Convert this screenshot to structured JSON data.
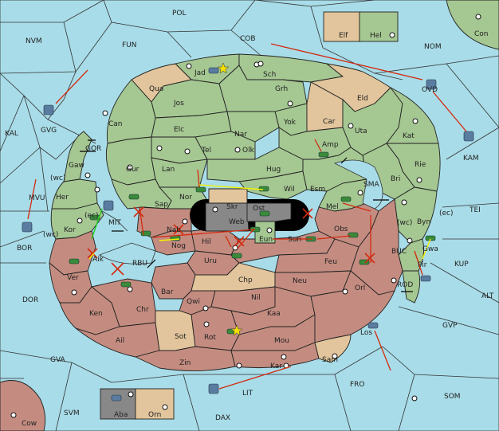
{
  "colors": {
    "sea": "#a8dce8",
    "green_power": "#a5c792",
    "red_power": "#c48c80",
    "neutral": "#e2c59c",
    "grey_power": "#888888",
    "order_arrow": "#d42a0e",
    "support_line": "#f2f000",
    "convoy_line": "#22cc22"
  },
  "sea_labels": {
    "POL": "POL",
    "NVM": "NVM",
    "FUN": "FUN",
    "COB": "COB",
    "NOM": "NOM",
    "Con": "Con",
    "OVD": "OVD",
    "GVG": "GVG",
    "KAL": "KAL",
    "GOR": "GOR",
    "KAM": "KAM",
    "MVU": "MVU",
    "MIT": "MIT",
    "SMA": "SMA",
    "TEI": "TEI",
    "BOR": "BOR",
    "RBU": "RBU",
    "BUC": "BUC",
    "KUP": "KUP",
    "DOR": "DOR",
    "ROD": "ROD",
    "ALT": "ALT",
    "GVP": "GVP",
    "GVA": "GVA",
    "FRO": "FRO",
    "SOM": "SOM",
    "LIT": "LIT",
    "SVM": "SVM",
    "DAX": "DAX",
    "Cow": "Cow"
  },
  "land_labels": {
    "Jad": "Jad",
    "Sch": "Sch",
    "Qua": "Qua",
    "Jos": "Jos",
    "Grh": "Grh",
    "Eld": "Eld",
    "Can": "Can",
    "Yok": "Yok",
    "Car": "Car",
    "Elc": "Elc",
    "Nar": "Nar",
    "Uta": "Uta",
    "Kat": "Kat",
    "Tel": "Tel",
    "Olk": "Olk",
    "Amp": "Amp",
    "Gaw": "Gaw",
    "Gur": "Gur",
    "Lan": "Lan",
    "Hug": "Hug",
    "Rie": "Rie",
    "Bri": "Bri",
    "Her": "Her",
    "Nor": "Nor",
    "Skr": "Skr",
    "Wil": "Wil",
    "Esm": "Esm",
    "Sap": "Sap",
    "Ost": "Ost",
    "Web": "Web",
    "Mel": "Mel",
    "Byn": "Byn",
    "Kor": "Kor",
    "Nab": "Nab",
    "Eun": "Eun",
    "Obs": "Obs",
    "Hil": "Hil",
    "Sun": "Sun",
    "Gwa": "Gwa",
    "Nog": "Nog",
    "Aik": "Aik",
    "Pir": "Pir",
    "Uru": "Uru",
    "Feu": "Feu",
    "Ver": "Ver",
    "Chp": "Chp",
    "Neu": "Neu",
    "Orl": "Orl",
    "Bar": "Bar",
    "Qwi": "Qwi",
    "Nil": "Nil",
    "Ken": "Ken",
    "Chr": "Chr",
    "Kaa": "Kaa",
    "Sot": "Sot",
    "Rot": "Rot",
    "Mou": "Mou",
    "Los": "Los",
    "Ail": "Ail",
    "Zin": "Zin",
    "Sam": "Sam",
    "Kar": "Kar",
    "Elf": "Elf",
    "Hel": "Hel",
    "Aba": "Aba",
    "Orn": "Orn"
  },
  "coast_labels": {
    "her_wc": "(wc)",
    "kor_ec": "(ec)",
    "kor_wc": "(wc)",
    "byn_wc": "(wc)",
    "byn_ec": "(ec)"
  }
}
